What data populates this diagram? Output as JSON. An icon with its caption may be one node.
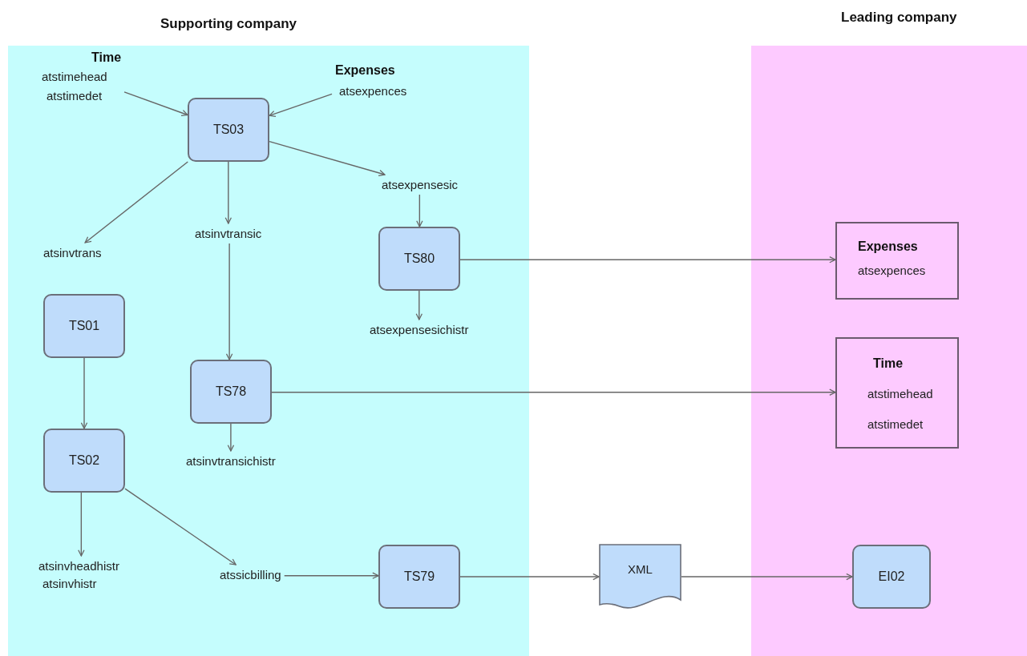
{
  "diagram": {
    "nodes": [
      {
        "text": [
          "Supporting company"
        ]
      },
      {
        "text": [
          "Leading company"
        ]
      },
      {
        "text": [
          "Time",
          "atstimehead",
          "atstimedet"
        ],
        "in": 0
      },
      {
        "text": [
          "Expenses",
          "atsexpences"
        ],
        "in": 0
      },
      {
        "text": [
          "TS03"
        ],
        "in": 0
      },
      {
        "text": [
          "atsinvtrans"
        ],
        "in": 0
      },
      {
        "text": [
          "atsinvtransic"
        ],
        "in": 0
      },
      {
        "text": [
          "atsexpensesic"
        ],
        "in": 0
      },
      {
        "text": [
          "TS80"
        ],
        "in": 0
      },
      {
        "text": [
          "atsexpensesichistr"
        ],
        "in": 0
      },
      {
        "text": [
          "TS01"
        ],
        "in": 0
      },
      {
        "text": [
          "TS78"
        ],
        "in": 0
      },
      {
        "text": [
          "atsinvtransichistr"
        ],
        "in": 0
      },
      {
        "text": [
          "TS02"
        ],
        "in": 0
      },
      {
        "text": [
          "atsinvheadhistr",
          "atsinvhistr"
        ],
        "in": 0
      },
      {
        "text": [
          "atssicbilling"
        ],
        "in": 0
      },
      {
        "text": [
          "TS79"
        ],
        "in": 0
      },
      {
        "text": [
          "XML"
        ]
      },
      {
        "text": [
          "Expenses",
          "atsexpences"
        ],
        "in": 1
      },
      {
        "text": [
          "Time",
          "atstimehead",
          "atstimedet"
        ],
        "in": 1
      },
      {
        "text": [
          "EI02"
        ],
        "in": 1
      }
    ],
    "edges": [
      {
        "from": 2,
        "to": 4,
        "arrow": "to"
      },
      {
        "from": 3,
        "to": 4,
        "arrow": "to"
      },
      {
        "from": 4,
        "to": 5,
        "arrow": "to"
      },
      {
        "from": 4,
        "to": 6,
        "arrow": "to"
      },
      {
        "from": 4,
        "to": 7,
        "arrow": "to"
      },
      {
        "from": 7,
        "to": 8,
        "arrow": "to"
      },
      {
        "from": 8,
        "to": 9,
        "arrow": "to"
      },
      {
        "from": 8,
        "to": 18,
        "arrow": "to"
      },
      {
        "from": 6,
        "to": 11,
        "arrow": "to"
      },
      {
        "from": 11,
        "to": 12,
        "arrow": "to"
      },
      {
        "from": 11,
        "to": 19,
        "arrow": "to"
      },
      {
        "from": 10,
        "to": 13,
        "arrow": "to"
      },
      {
        "from": 13,
        "to": 14,
        "arrow": "to"
      },
      {
        "from": 13,
        "to": 15,
        "arrow": "to"
      },
      {
        "from": 15,
        "to": 16,
        "arrow": "to"
      },
      {
        "from": 16,
        "to": 17,
        "arrow": "to"
      },
      {
        "from": 17,
        "to": 20,
        "arrow": "to"
      }
    ]
  }
}
